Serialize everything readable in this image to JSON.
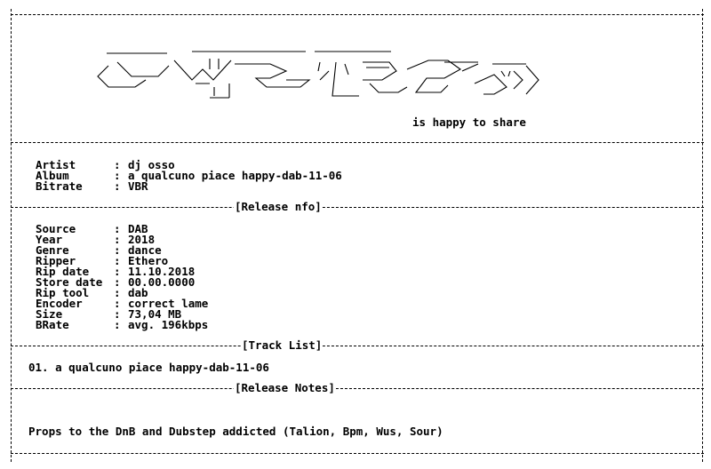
{
  "logo": {
    "alt": "GUI Team logo (ASCII art)",
    "tagline": "is happy to share"
  },
  "header_info": {
    "rows": [
      {
        "label": "Artist",
        "value": "dj osso"
      },
      {
        "label": "Album",
        "value": "a qualcuno piace happy-dab-11-06"
      },
      {
        "label": "Bitrate",
        "value": "VBR"
      }
    ]
  },
  "release_info": {
    "title": "[Release nfo]",
    "rows": [
      {
        "label": "Source",
        "value": "DAB"
      },
      {
        "label": "Year",
        "value": "2018"
      },
      {
        "label": "Genre",
        "value": "dance"
      },
      {
        "label": "Ripper",
        "value": "Ethero"
      },
      {
        "label": "Rip date",
        "value": "11.10.2018"
      },
      {
        "label": "Store date",
        "value": "00.00.0000"
      },
      {
        "label": "Rip tool",
        "value": "dab"
      },
      {
        "label": "Encoder",
        "value": "correct lame"
      },
      {
        "label": "Size",
        "value": "73,04 MB"
      },
      {
        "label": "BRate",
        "value": "avg. 196kbps"
      }
    ]
  },
  "track_list": {
    "title": "[Track List]",
    "tracks": [
      "01. a qualcuno piace happy-dab-11-06"
    ]
  },
  "release_notes": {
    "title": "[Release Notes]",
    "text": "Props to the DnB and Dubstep addicted (Talion, Bpm, Wus, Sour)"
  }
}
